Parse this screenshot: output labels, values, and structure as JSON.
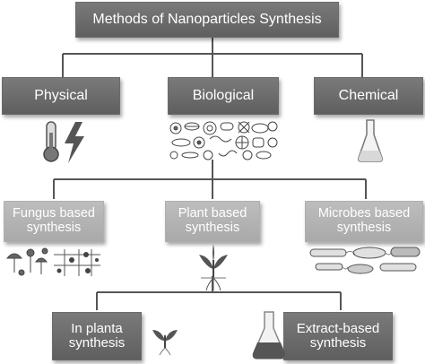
{
  "root": {
    "label": "Methods of Nanoparticles Synthesis"
  },
  "categories": {
    "physical": "Physical",
    "biological": "Biological",
    "chemical": "Chemical"
  },
  "biological_methods": {
    "fungus": "Fungus based synthesis",
    "plant": "Plant based synthesis",
    "microbes": "Microbes based synthesis"
  },
  "plant_methods": {
    "in_planta": "In planta synthesis",
    "extract": "Extract-based synthesis"
  },
  "colors": {
    "dark_box": "#6b6b6b",
    "light_box": "#b3b3b3",
    "connector": "#555555",
    "text": "#ffffff"
  },
  "icons": [
    "thermometer-icon",
    "lightning-icon",
    "microorganisms-collage-icon",
    "flask-icon",
    "fungi-illustration-icon",
    "spore-grid-icon",
    "seedling-with-roots-icon",
    "bacteria-illustration-icon",
    "sprout-icon",
    "conical-flask-icon"
  ]
}
